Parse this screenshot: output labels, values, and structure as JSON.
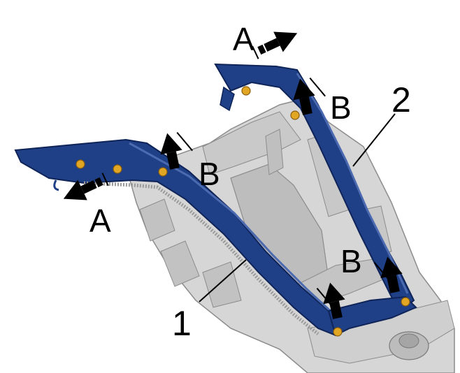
{
  "labels": {
    "direction_a": "A",
    "direction_b": "B",
    "part_1": "1",
    "part_2": "2"
  },
  "colors": {
    "trim_blue": "#1f3f86",
    "trim_dark": "#0f2458",
    "frame_grey": "#d6d6d6",
    "frame_shadow": "#a8a8a8",
    "clip_yellow": "#e0a624",
    "arrow_black": "#000000"
  },
  "icons": {
    "arrow_a": "arrow-right-icon",
    "arrow_b": "arrow-up-icon"
  }
}
